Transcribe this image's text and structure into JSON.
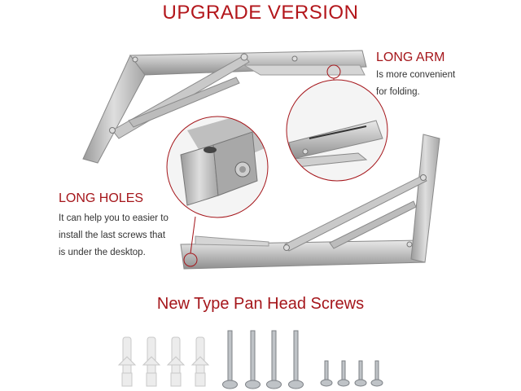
{
  "header": {
    "title": "UPGRADE VERSION"
  },
  "callouts": {
    "long_arm": {
      "title": "LONG ARM",
      "lines": [
        "Is more convenient",
        "for folding."
      ]
    },
    "long_holes": {
      "title": "LONG HOLES",
      "lines": [
        "It can help you to easier to",
        "install the last screws that",
        "is under the desktop."
      ]
    }
  },
  "screws": {
    "title": "New Type Pan Head Screws",
    "groups": [
      {
        "name": "wall anchors",
        "count": 4
      },
      {
        "name": "long pan head screws",
        "count": 4
      },
      {
        "name": "short pan head screws",
        "count": 4
      }
    ]
  },
  "colors": {
    "accent": "#b3161b",
    "metal": "#c8c8c8",
    "metal_dark": "#8e8e8e"
  }
}
